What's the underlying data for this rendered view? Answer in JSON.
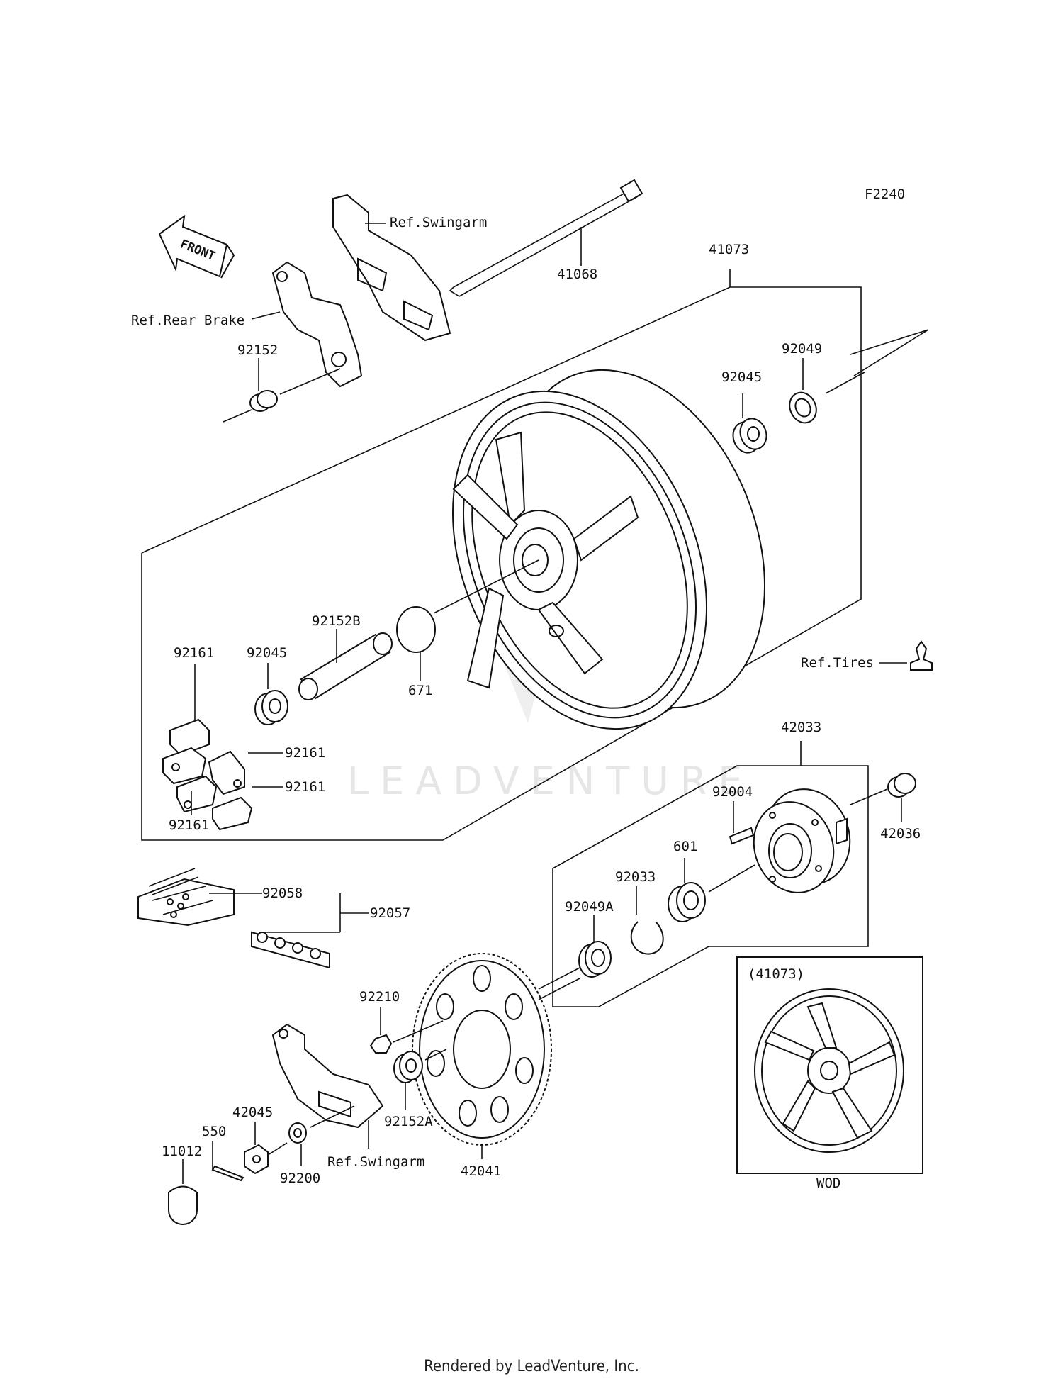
{
  "figure_code": "F2240",
  "front_label": "FRONT",
  "watermark": "LEADVENTURE",
  "ref_labels": {
    "swingarm_top": "Ref.Swingarm",
    "rear_brake": "Ref.Rear Brake",
    "tires": "Ref.Tires",
    "swingarm_bottom": "Ref.Swingarm"
  },
  "parts": {
    "p41068": "41068",
    "p41073": "41073",
    "p92152": "92152",
    "p92049": "92049",
    "p92045a": "92045",
    "p92152b": "92152B",
    "p671": "671",
    "p92161a": "92161",
    "p92045b": "92045",
    "p92161b": "92161",
    "p92161c": "92161",
    "p92161d": "92161",
    "p42033": "42033",
    "p92004": "92004",
    "p42036": "42036",
    "p601": "601",
    "p92033": "92033",
    "p92049a": "92049A",
    "p92058": "92058",
    "p92057": "92057",
    "p92210": "92210",
    "p42045": "42045",
    "p550": "550",
    "p11012": "11012",
    "p92152a": "92152A",
    "p42041": "42041",
    "p92200": "92200"
  },
  "inset": {
    "title": "(41073)",
    "code": "WOD"
  },
  "footer": "Rendered by LeadVenture, Inc."
}
